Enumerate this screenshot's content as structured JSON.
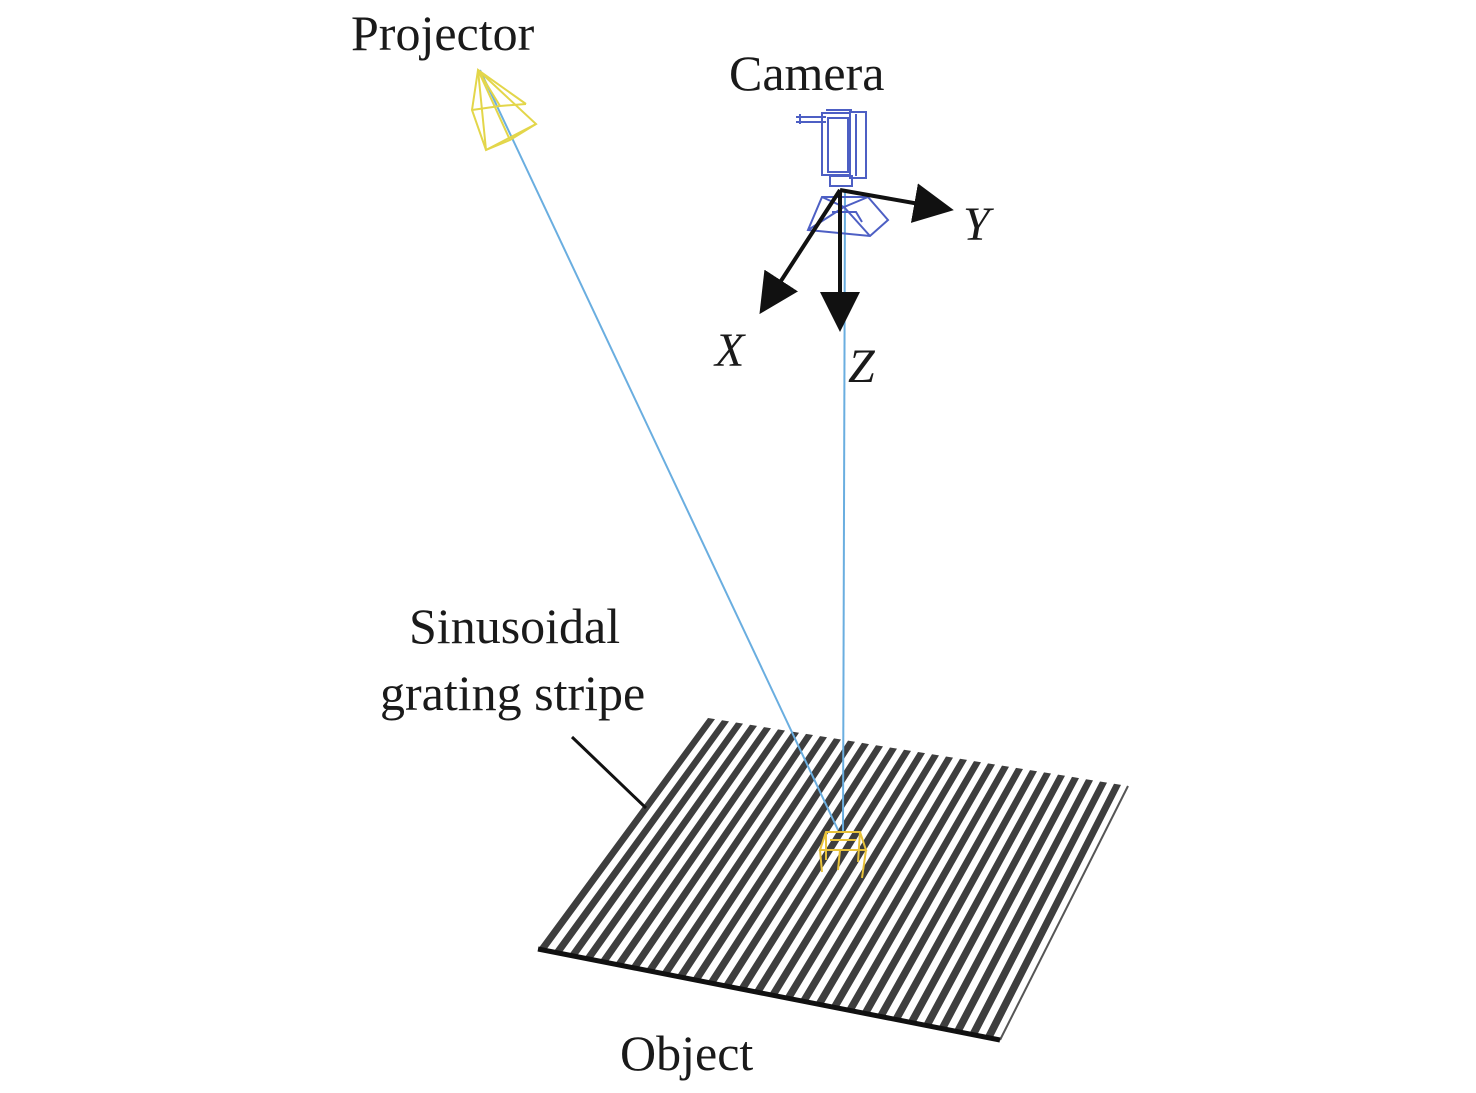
{
  "labels": {
    "projector": "Projector",
    "camera": "Camera",
    "grating_line1": "Sinusoidal",
    "grating_line2": "grating stripe",
    "object": "Object"
  },
  "axes": {
    "x": "X",
    "y": "Y",
    "z": "Z"
  },
  "colors": {
    "projector": "#e3d64a",
    "camera": "#4d5fc4",
    "ray": "#6aaee0",
    "axis_arrow": "#111111",
    "target": "#e8c23a",
    "stripe_dark": "#1c1c1c",
    "stripe_light": "#ffffff"
  },
  "icons": {
    "projector": "projector-frustum-wireframe-icon",
    "camera": "camera-wireframe-icon",
    "target": "measured-object-wireframe-icon"
  }
}
